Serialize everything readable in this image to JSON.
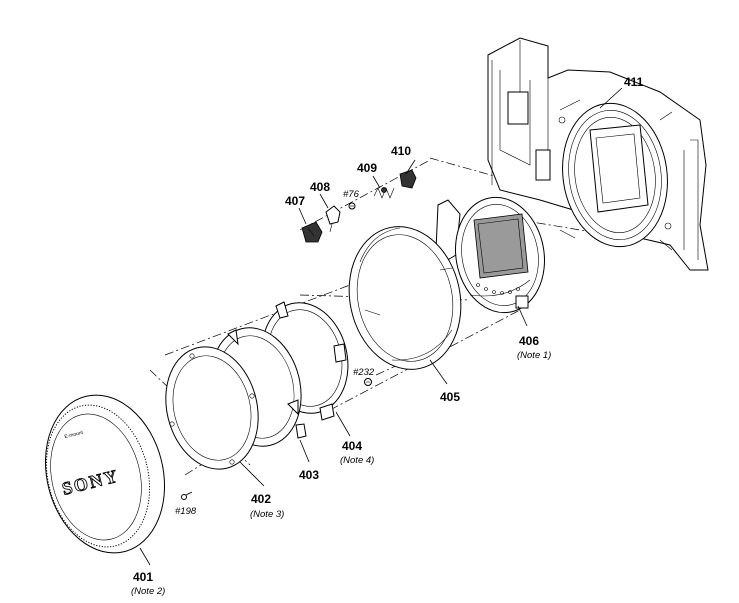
{
  "parts": [
    {
      "id": "401",
      "number": "401",
      "note": "(Note 2)"
    },
    {
      "id": "402",
      "number": "402",
      "note": "(Note 3)"
    },
    {
      "id": "403",
      "number": "403",
      "note": ""
    },
    {
      "id": "404",
      "number": "404",
      "note": "(Note 4)"
    },
    {
      "id": "405",
      "number": "405",
      "note": ""
    },
    {
      "id": "406",
      "number": "406",
      "note": "(Note 1)"
    },
    {
      "id": "407",
      "number": "407",
      "note": ""
    },
    {
      "id": "408",
      "number": "408",
      "note": ""
    },
    {
      "id": "409",
      "number": "409",
      "note": ""
    },
    {
      "id": "410",
      "number": "410",
      "note": ""
    },
    {
      "id": "411",
      "number": "411",
      "note": ""
    }
  ],
  "screws": [
    {
      "id": "76",
      "label": "#76"
    },
    {
      "id": "198",
      "label": "#198"
    },
    {
      "id": "232",
      "label": "#232"
    }
  ],
  "cap_logo": "SONY",
  "cap_small_text": "E-mount"
}
